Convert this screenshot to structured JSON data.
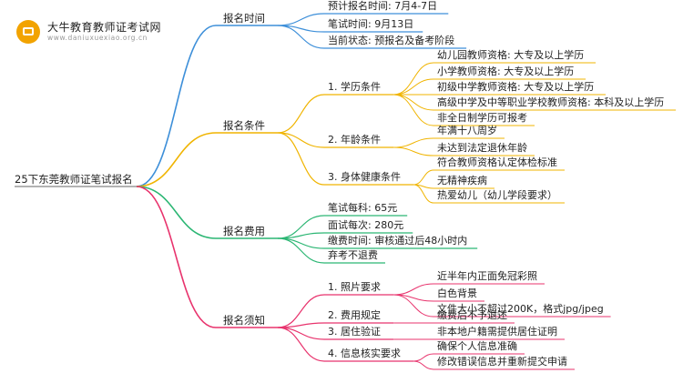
{
  "logo": {
    "name": "大牛教育教师证考试网",
    "site": "www.daniuxuexiao.org.cn"
  },
  "root": "25下东莞教师证笔试报名",
  "branches": [
    {
      "label": "报名时间",
      "color": "#3d8fd9",
      "children": [
        {
          "label": "预计报名时间: 7月4-7日"
        },
        {
          "label": "笔试时间: 9月13日"
        },
        {
          "label": "当前状态: 预报名及备考阶段"
        }
      ]
    },
    {
      "label": "报名条件",
      "color": "#f0b400",
      "children": [
        {
          "label": "1. 学历条件",
          "children": [
            {
              "label": "幼儿园教师资格: 大专及以上学历"
            },
            {
              "label": "小学教师资格: 大专及以上学历"
            },
            {
              "label": "初级中学教师资格: 大专及以上学历"
            },
            {
              "label": "高级中学及中等职业学校教师资格: 本科及以上学历"
            },
            {
              "label": "非全日制学历可报考"
            }
          ]
        },
        {
          "label": "2. 年龄条件",
          "children": [
            {
              "label": "年满十八周岁"
            },
            {
              "label": "未达到法定退休年龄"
            }
          ]
        },
        {
          "label": "3. 身体健康条件",
          "children": [
            {
              "label": "符合教师资格认定体检标准"
            },
            {
              "label": "无精神疾病"
            },
            {
              "label": "热爱幼儿（幼儿学段要求）"
            }
          ]
        }
      ]
    },
    {
      "label": "报名费用",
      "color": "#2bb673",
      "children": [
        {
          "label": "笔试每科: 65元"
        },
        {
          "label": "面试每次: 280元"
        },
        {
          "label": "缴费时间: 审核通过后48小时内"
        },
        {
          "label": "弃考不退费"
        }
      ]
    },
    {
      "label": "报名须知",
      "color": "#e8336d",
      "children": [
        {
          "label": "1. 照片要求",
          "children": [
            {
              "label": "近半年内正面免冠彩照"
            },
            {
              "label": "白色背景"
            },
            {
              "label": "文件大小不超过200K，格式jpg/jpeg"
            }
          ]
        },
        {
          "label": "2. 费用规定",
          "children": [
            {
              "label": "缴费后不予退还"
            }
          ]
        },
        {
          "label": "3. 居住验证",
          "children": [
            {
              "label": "非本地户籍需提供居住证明"
            }
          ]
        },
        {
          "label": "4. 信息核实要求",
          "children": [
            {
              "label": "确保个人信息准确"
            },
            {
              "label": "修改错误信息并重新提交申请"
            }
          ]
        }
      ]
    }
  ]
}
